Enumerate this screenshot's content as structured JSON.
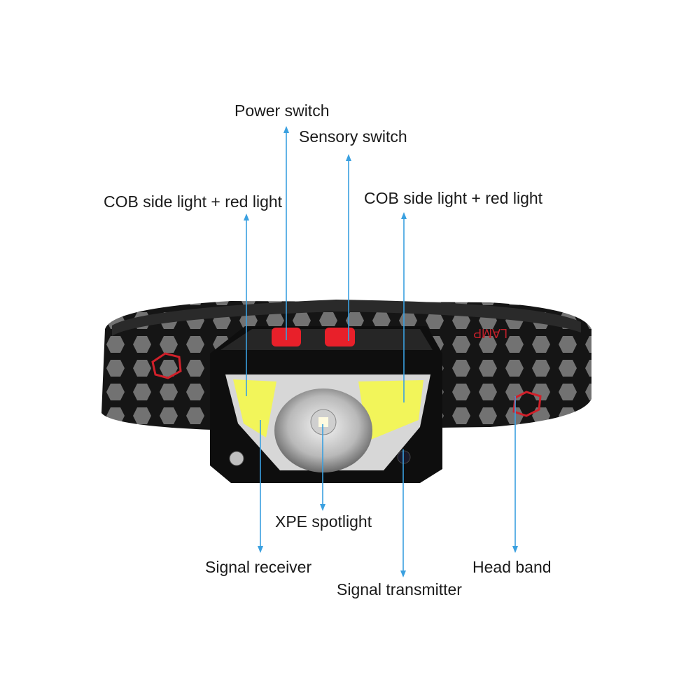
{
  "labels": {
    "power_switch": "Power switch",
    "sensory_switch": "Sensory switch",
    "cob_left": "COB side light + red light",
    "cob_right": "COB side light + red light",
    "xpe_spotlight": "XPE spotlight",
    "signal_receiver": "Signal receiver",
    "signal_transmitter": "Signal transmitter",
    "head_band": "Head band"
  },
  "band_text": "LAMP",
  "colors": {
    "leader_line": "#3aa0e0",
    "button_red": "#e8202a",
    "cob_yellow": "#f2f55a",
    "housing": "#111111"
  }
}
